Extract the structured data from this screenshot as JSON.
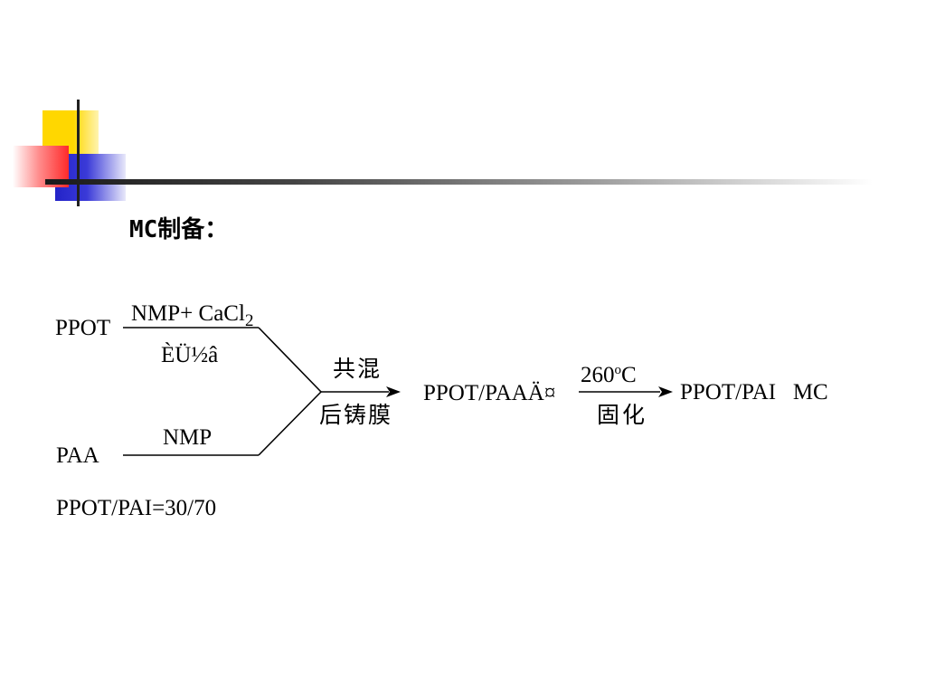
{
  "slide": {
    "heading": "MC制备："
  },
  "scheme": {
    "reactant_1": "PPOT",
    "reactant_1_reagent": "NMP+ CaCl",
    "reactant_1_reagent_subscript": "2",
    "reactant_1_condition": "ÈÜ½â",
    "reactant_2": "PAA",
    "reactant_2_reagent": "NMP",
    "step1_above": "共混",
    "step1_below": "后铸膜",
    "intermediate": "PPOT/PAAÄ¤",
    "step2_temp": "260",
    "step2_degree": "o",
    "step2_unit": "C",
    "step2_below": "固化",
    "product": "PPOT/PAI   MC",
    "ratio_note": "PPOT/PAI=30/70"
  },
  "colors": {
    "accent_yellow": "#FFD700",
    "accent_red": "#FF3030",
    "accent_blue": "#2323C8",
    "rule_dark": "#202020"
  }
}
